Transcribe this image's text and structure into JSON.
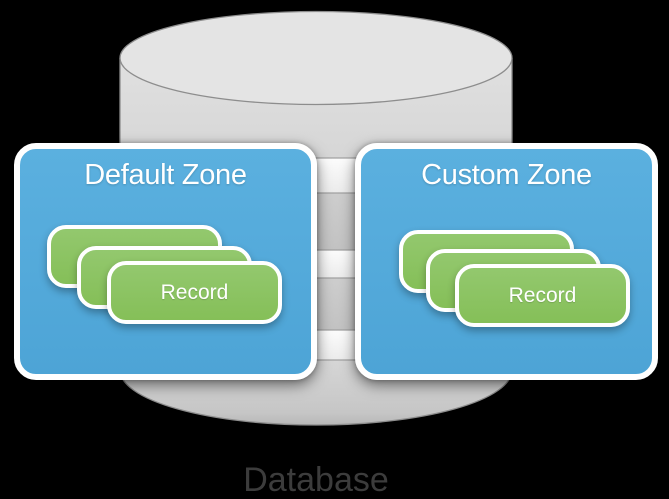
{
  "diagram": {
    "database_label": "Database",
    "zones": [
      {
        "title": "Default Zone",
        "record_label": "Record",
        "stacked_cards": 3
      },
      {
        "title": "Custom Zone",
        "record_label": "Record",
        "stacked_cards": 3
      }
    ]
  },
  "colors": {
    "canvas-bg": "#000000",
    "zone-blue": "#5bb0df",
    "zone-blue-deep": "#4da4d6",
    "zone-border": "#ffffff",
    "record-green": "#93c86e",
    "record-green-deep": "#85bf58",
    "cylinder-top": "#e4e4e4",
    "cylinder-wall": "#dadada",
    "cylinder-line": "#8d8d8d",
    "database-text": "#3c3c3c"
  }
}
